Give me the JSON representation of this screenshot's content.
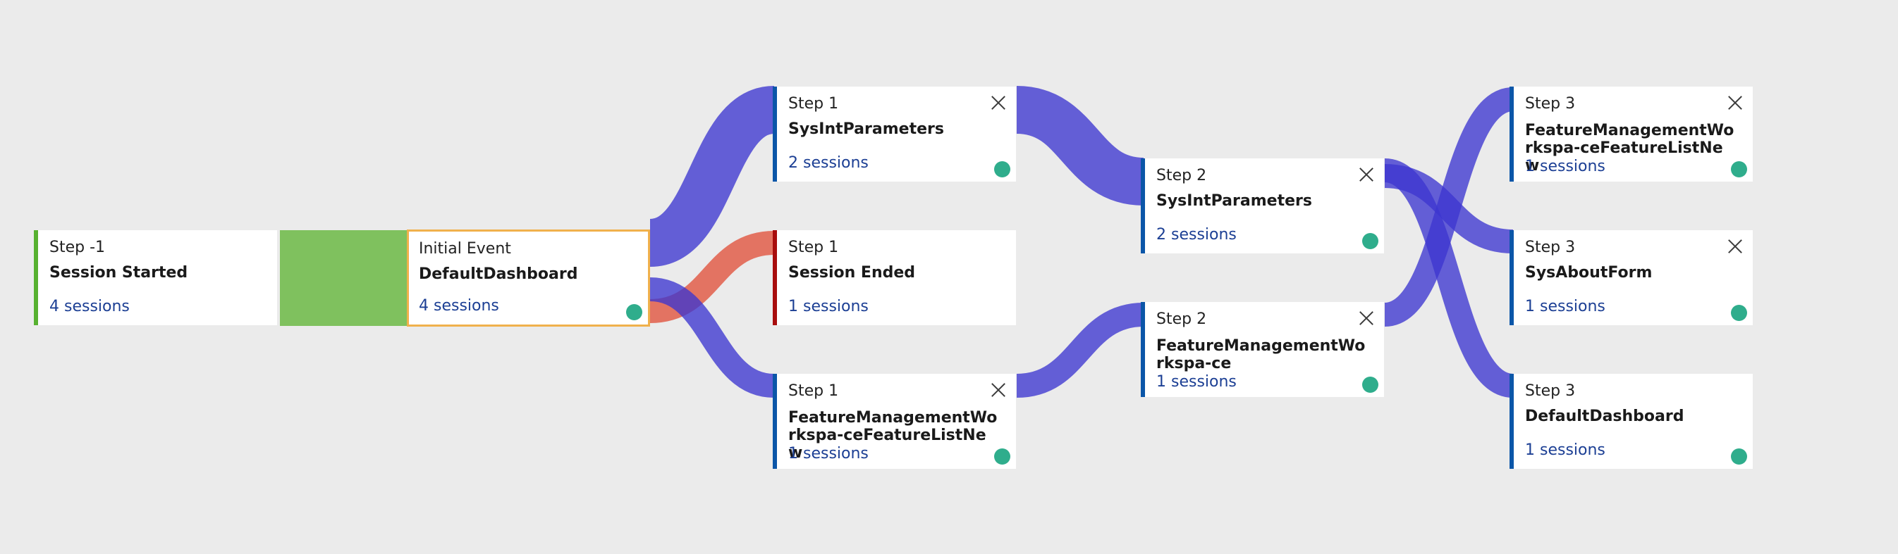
{
  "colors": {
    "flow": "#3c36cf",
    "drop_flow": "#e0513b",
    "start_flow": "#7fc15e",
    "highlight_border": "#f0b14c",
    "session_text": "#1c3f94",
    "status_dot": "#2fad8c"
  },
  "nodes": {
    "start": {
      "step": "Step -1",
      "name": "Session Started",
      "sessions": "4 sessions"
    },
    "initial": {
      "step": "Initial Event",
      "name": "DefaultDashboard",
      "sessions": "4 sessions"
    },
    "s1_sysint": {
      "step": "Step 1",
      "name": "SysIntParameters",
      "sessions": "2 sessions"
    },
    "s1_ended": {
      "step": "Step 1",
      "name": "Session Ended",
      "sessions": "1 sessions"
    },
    "s1_feature": {
      "step": "Step 1",
      "name": "FeatureManagementWorkspa-ceFeatureListNew",
      "sessions": "1 sessions"
    },
    "s2_sysint": {
      "step": "Step 2",
      "name": "SysIntParameters",
      "sessions": "2 sessions"
    },
    "s2_feature": {
      "step": "Step 2",
      "name": "FeatureManagementWorkspa-ce",
      "sessions": "1 sessions"
    },
    "s3_feature": {
      "step": "Step 3",
      "name": "FeatureManagementWorkspa-ceFeatureListNew",
      "sessions": "1 sessions"
    },
    "s3_about": {
      "step": "Step 3",
      "name": "SysAboutForm",
      "sessions": "1 sessions"
    },
    "s3_dashboard": {
      "step": "Step 3",
      "name": "DefaultDashboard",
      "sessions": "1 sessions"
    }
  },
  "icons": {
    "close": "close-icon",
    "status": "status-dot-icon"
  }
}
